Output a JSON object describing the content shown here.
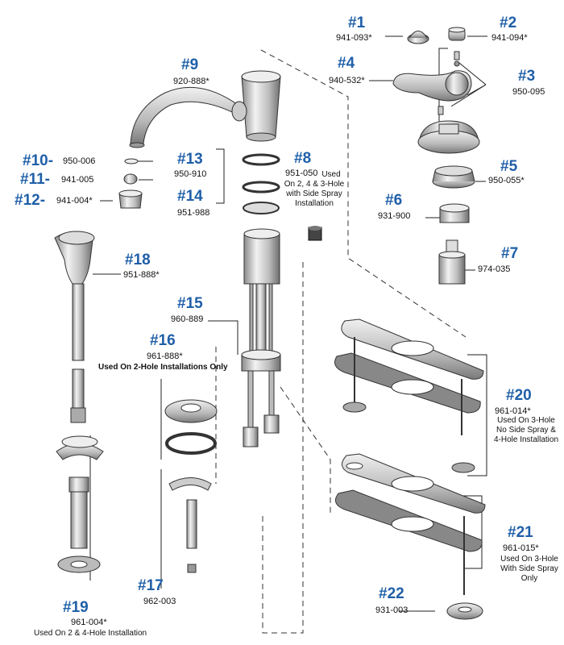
{
  "parts": [
    {
      "num": "#1",
      "part": "941-093*"
    },
    {
      "num": "#2",
      "part": "941-094*"
    },
    {
      "num": "#3",
      "part": "950-095"
    },
    {
      "num": "#4",
      "part": "940-532*"
    },
    {
      "num": "#5",
      "part": "950-055*"
    },
    {
      "num": "#6",
      "part": "931-900"
    },
    {
      "num": "#7",
      "part": "974-035"
    },
    {
      "num": "#8",
      "part": "951-050",
      "note": "Used On 2, 4 & 3-Hole with Side Spray Installation"
    },
    {
      "num": "#9",
      "part": "920-888*"
    },
    {
      "num": "#10-",
      "part": "950-006"
    },
    {
      "num": "#11-",
      "part": "941-005"
    },
    {
      "num": "#12-",
      "part": "941-004*"
    },
    {
      "num": "#13",
      "part": "950-910"
    },
    {
      "num": "#14",
      "part": "951-988"
    },
    {
      "num": "#15",
      "part": "960-889"
    },
    {
      "num": "#16",
      "part": "961-888*",
      "note": "Used On 2-Hole Installations Only"
    },
    {
      "num": "#17",
      "part": "962-003"
    },
    {
      "num": "#18",
      "part": "951-888*"
    },
    {
      "num": "#19",
      "part": "961-004*",
      "note": "Used On 2 & 4-Hole Installation"
    },
    {
      "num": "#20",
      "part": "961-014*",
      "note": "Used On 3-Hole No Side Spray & 4-Hole Installation"
    },
    {
      "num": "#21",
      "part": "961-015*",
      "note": "Used On 3-Hole With Side Spray Only"
    },
    {
      "num": "#22",
      "part": "931-003"
    }
  ],
  "colors": {
    "label": "#1f5fa8",
    "line": "#222222"
  }
}
